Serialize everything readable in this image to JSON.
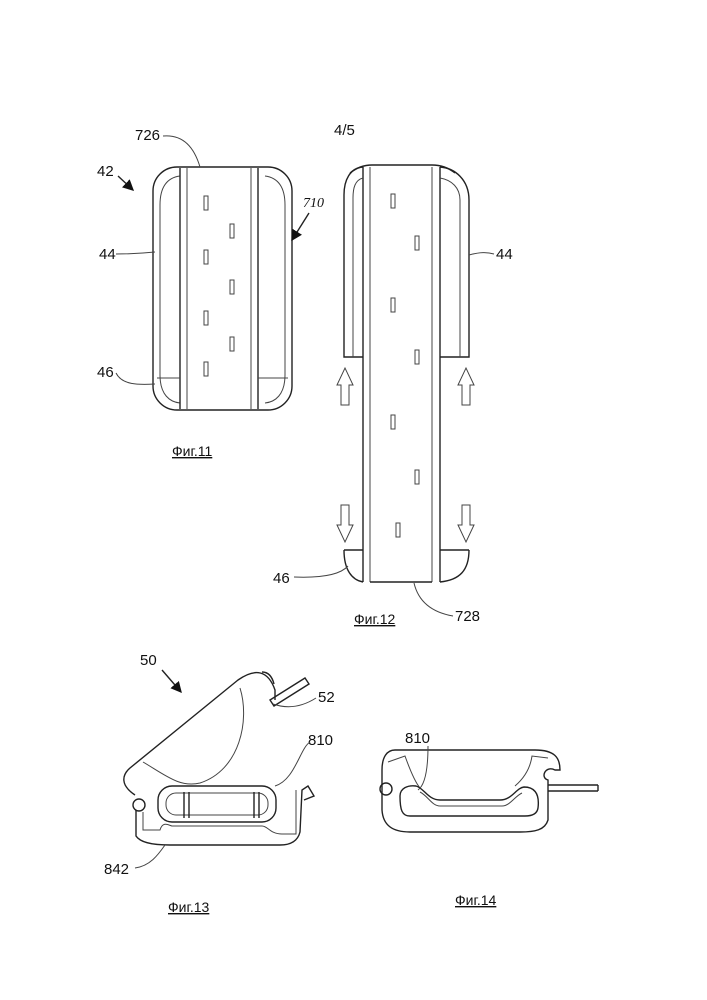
{
  "sheet_number": "4/5",
  "figures": {
    "fig11": {
      "caption": "Фиг.11",
      "labels": {
        "ref_726": "726",
        "ref_42": "42",
        "ref_44": "44",
        "ref_46": "46",
        "ref_710": "710"
      }
    },
    "fig12": {
      "caption": "Фиг.12",
      "labels": {
        "ref_44": "44",
        "ref_46": "46",
        "ref_728": "728"
      }
    },
    "fig13": {
      "caption": "Фиг.13",
      "labels": {
        "ref_50": "50",
        "ref_52": "52",
        "ref_810": "810",
        "ref_842": "842"
      }
    },
    "fig14": {
      "caption": "Фиг.14",
      "labels": {
        "ref_810": "810"
      }
    }
  }
}
